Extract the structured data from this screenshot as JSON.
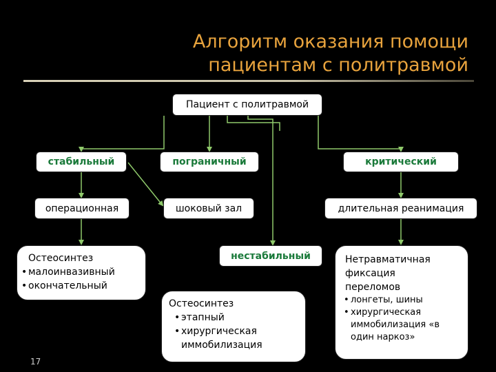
{
  "title_line1": "Алгоритм оказания помощи",
  "title_line2": "пациентам с политравмой",
  "colors": {
    "accent": "#e8a33d",
    "connector": "#8fc96b",
    "label_green": "#1a7a3a"
  },
  "nodes": {
    "root": "Пациент с политравмой",
    "stable": "стабильный",
    "borderline": "пограничный",
    "critical": "критический",
    "operating": "операционная",
    "shock_room": "шоковый зал",
    "long_icu": "длительная реанимация",
    "unstable": "нестабильный"
  },
  "stable_box": {
    "heading": "Остеосинтез",
    "items": [
      "малоинвазивный",
      "окончательный"
    ]
  },
  "unstable_box": {
    "heading": "Остеосинтез",
    "items": [
      "этапный",
      "хирургическая иммобилизация"
    ]
  },
  "critical_box": {
    "heading": "Нетравматичная фиксация переломов",
    "items": [
      "лонгеты, шины",
      "хирургическая иммобилизация «в один наркоз»"
    ]
  },
  "slide_number": "17"
}
